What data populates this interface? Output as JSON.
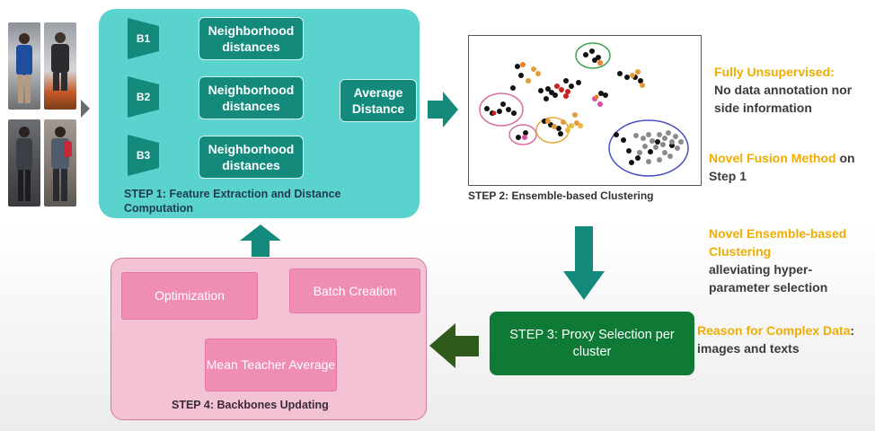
{
  "photos": [
    "person-photo-1",
    "person-photo-2",
    "person-photo-3",
    "person-photo-4"
  ],
  "step1": {
    "backbones": [
      "B1",
      "B2",
      "B3"
    ],
    "neighborhood": [
      "Neighborhood distances",
      "Neighborhood distances",
      "Neighborhood distances"
    ],
    "average_distance": "Average Distance",
    "title": "STEP 1: Feature Extraction and Distance Computation"
  },
  "step2": {
    "title": "STEP 2: Ensemble-based Clustering"
  },
  "step3": {
    "label": "STEP 3: Proxy Selection per cluster"
  },
  "step4": {
    "optimization": "Optimization",
    "batch_creation": "Batch Creation",
    "mean_teacher": "Mean Teacher Average",
    "title": "STEP 4: Backbones Updating"
  },
  "notes": {
    "n1_highlight": "Fully Unsupervised:",
    "n1_text": "No data annotation nor side information",
    "n2_highlight": "Novel Fusion Method",
    "n2_text": "on Step 1",
    "n3_highlight": "Novel Ensemble-based Clustering",
    "n3_text": "alleviating hyper-parameter selection",
    "n4_highlight": "Reason for Complex Data",
    "n4_text": ": images and texts"
  },
  "colors": {
    "step1_bg": "#5ad3cf",
    "teal_box": "#138a7b",
    "step3_green": "#0e7a36",
    "step4_pink": "#f3c2d5",
    "highlight_yellow": "#f0ad00"
  }
}
